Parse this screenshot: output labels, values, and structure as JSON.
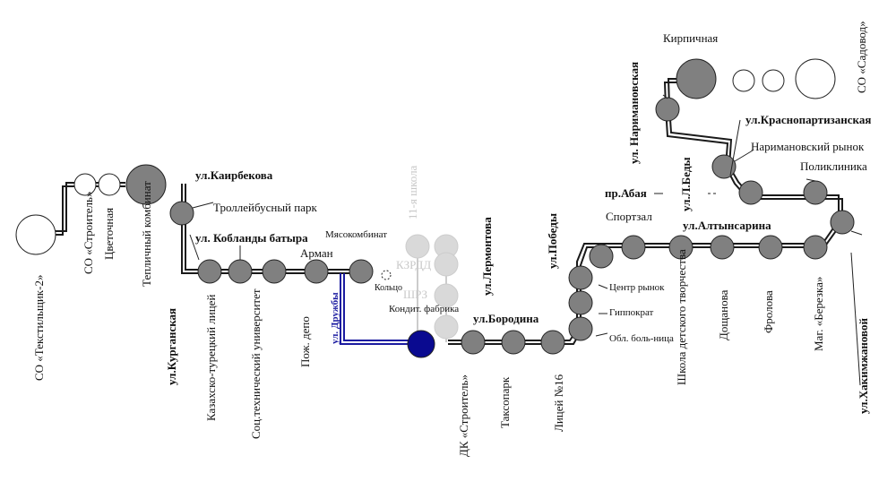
{
  "streets": {
    "kairbekova": "ул.Каирбекова",
    "kobland": "ул. Кобланды батыра",
    "kurganskaya": "ул.Курганская",
    "druzhby": "ул. Дружбы",
    "lermontova": "ул.Лермонтова",
    "borodina": "ул.Бородина",
    "pobedy": "ул.Победы",
    "abaya": "пр.Абая",
    "altynsarina": "ул.Алтынсарина",
    "l_bedy": "ул.Л.Беды",
    "narimanovskaya": "ул. Наримановская",
    "krasnopartizanskaya": "ул.Краснопартизанская",
    "hakimzhanovoy": "ул.Хакимжановой"
  },
  "stops": {
    "tekstilshik": "СО «Текстильщик-2»",
    "so_stroitel": "СО «Строитель»",
    "tsvetochnaya": "Цветочная",
    "teplichny": "Тепличный комбинат",
    "trolleybus_park": "Троллейбусный парк",
    "kazakh_lyceum": "Казахско-турецкий лицей",
    "soc_univ": "Соц.технический университет",
    "pozh_depo": "Пож. депо",
    "arman": "Арман",
    "myasokombinat": "Мясокомбинат",
    "koltso": "Кольцо",
    "school11": "11-я школа",
    "kzrdd": "КЗРДД",
    "shrz": "ШРЗ",
    "kondit": "Кондит. фабрика",
    "dk_stroitel": "ДК «Строитель»",
    "taksopark": "Таксопарк",
    "lyceum16": "Лицей №16",
    "sportzal": "Спортзал",
    "centr_rynok": "Центр рынок",
    "gippokrat": "Гиппократ",
    "obl_bolnica": "Обл. боль-ница",
    "school_creativity": "Школа детского творчества",
    "doshchanova": "Дощанова",
    "frolova": "Фролова",
    "berezka": "Маг. «Березка»",
    "poliklinika": "Поликлиника",
    "narimanovsky_rynok": "Наримановский рынок",
    "kirpichnaya": "Кирпичная",
    "sadovod": "СО «Садовод»"
  },
  "colors": {
    "route": "#1a1a1a",
    "stop_fill": "#808080",
    "stop_alt": "#d9d9d9",
    "detour_blue": "#1a1aa0",
    "terminal_blue": "#0a0a90"
  }
}
